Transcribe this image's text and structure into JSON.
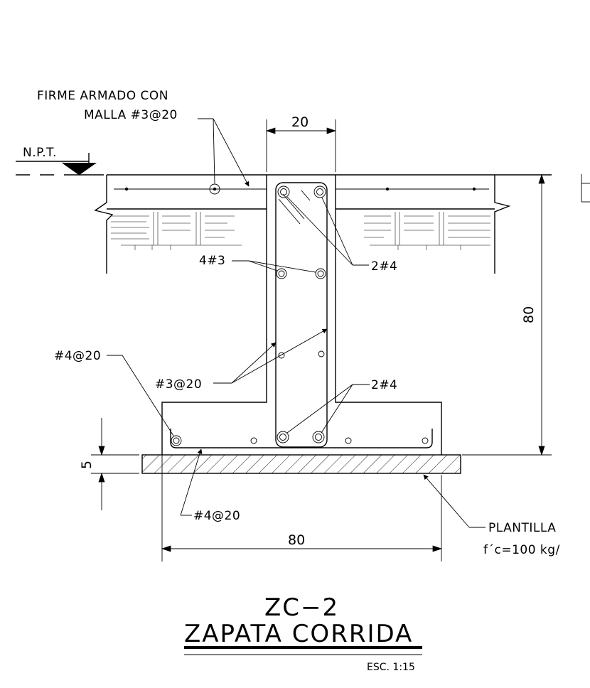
{
  "labels": {
    "firme_line1": "FIRME ARMADO CON",
    "firme_line2": "MALLA #3@20",
    "npt": "N.P.T.",
    "bars_4_3": "4#3",
    "bars_2_4_top": "2#4",
    "stirrup_label": "#3@20",
    "hook_bar_left": "#4@20",
    "bars_2_4_bottom": "2#4",
    "bottom_bar": "#4@20",
    "plantilla": "PLANTILLA",
    "plantilla_spec": "f´c=100 kg/"
  },
  "dimensions": {
    "stem_width": "20",
    "footing_width": "80",
    "height": "80",
    "plantilla_thickness": "5"
  },
  "title": {
    "code": "ZC−2",
    "name": "ZAPATA CORRIDA",
    "scale": "ESC. 1:15"
  }
}
